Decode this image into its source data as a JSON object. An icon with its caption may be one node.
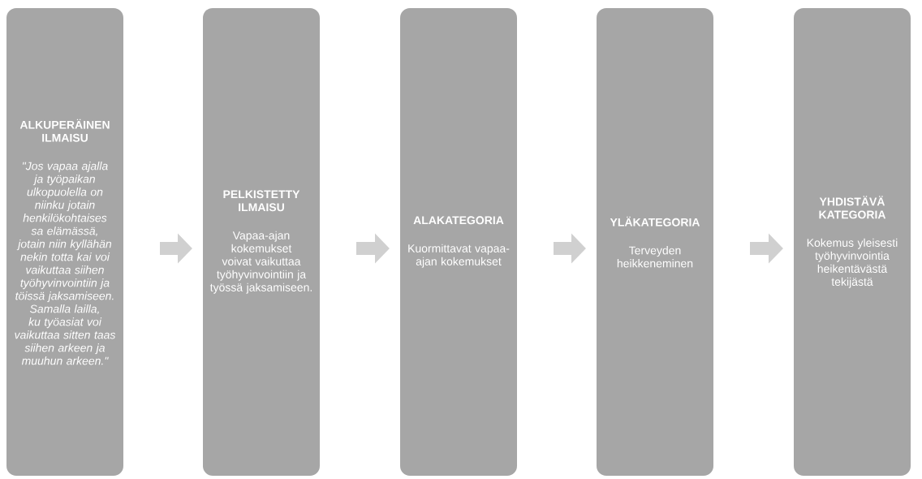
{
  "diagram": {
    "nodes": [
      {
        "text": [
          "ALKUPERÄINEN ILMAISU",
          "\"Jos vapaa ajalla ja työpaikan ulkopuolella on niinku jotain henkilökohtaises sa elämässä, jotain niin kyllähän nekin totta kai voi vaikuttaa siihen työhyvinvointiin ja töissä jaksamiseen. Samalla lailla, ku työasiat voi vaikuttaa sitten taas siihen arkeen ja muuhun arkeen.\""
        ]
      },
      {
        "text": [
          "PELKISTETTY ILMAISU",
          "Vapaa-ajan kokemukset voivat vaikuttaa työhyvinvointiin ja työssä jaksamiseen."
        ]
      },
      {
        "text": [
          "ALAKATEGORIA",
          "Kuormittavat vapaa-ajan kokemukset"
        ]
      },
      {
        "text": [
          "YLÄKATEGORIA",
          "Terveyden heikkeneminen"
        ]
      },
      {
        "text": [
          "YHDISTÄVÄ KATEGORIA",
          "Kokemus yleisesti työhyvinvointia heikentävästä tekijästä"
        ]
      }
    ],
    "edges": [
      {
        "from": 0,
        "to": 1,
        "arrow": "to"
      },
      {
        "from": 1,
        "to": 2,
        "arrow": "to"
      },
      {
        "from": 2,
        "to": 3,
        "arrow": "to"
      },
      {
        "from": 3,
        "to": 4,
        "arrow": "to"
      }
    ]
  }
}
